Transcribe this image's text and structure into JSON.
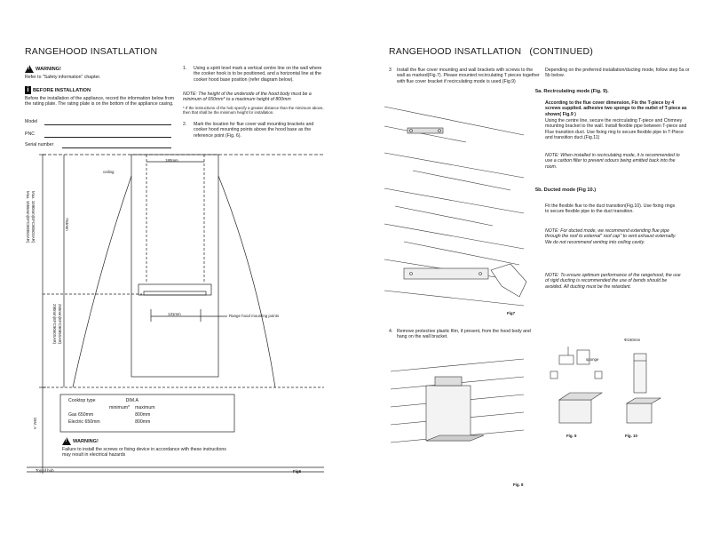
{
  "left": {
    "title": "RANGEHOOD INSATLLATION",
    "warning_title": "WARNING!",
    "warning_text": "Refer to \"Safety information\" chapter.",
    "before_title": "BEFORE INSTALLATION",
    "before_text": "Before the installation of the appliance, record the information below from the rating plate. The rating plate is on the bottom of the appliance casing.",
    "field_model": "Model",
    "field_pnc": "PNC",
    "field_serial": "Serial number",
    "step1": "Using a spirit level mark a vertical centre line on the wall where the cooker hook is to be positioned, and a horizontal line at the cooker hood base position (refer diagram below).",
    "note1": "NOTE: The height of the underside of the hood body must be a minimum of 650mm* to a maximum height of 800mm",
    "note1_small": "* If the instructions of the hob specify a greater distance than the minimum above, then that shall be the minimum height for installation.",
    "step2": "Mark the location for flue cover wall mounting brackets and cooker hood mounting points above the hood base as the reference point (Fig. 6).",
    "diagram": {
      "ceiling": "ceiling",
      "dim_180": "180mm",
      "dim_763": "763mm",
      "dim_131": "131mm",
      "max_label": "Max. 1090mm(EFC9060SAR)",
      "max_label2": "Max. 1055mm(EFC9095SAR)",
      "dim_265": "265mm(EFC9095SAR)",
      "dim_290": "290mm(EFC9060SAR)",
      "mounting": "Range hood mounting points",
      "dim_a": "DIM. A",
      "top_of_hob": "Top of hob",
      "fig": "Fig6"
    },
    "table": {
      "head_col1": "Cooktop type",
      "head_dim": "DIM.A",
      "head_min": "minimum*",
      "head_max": "maximum",
      "rows": [
        {
          "type": "Gas 650mm",
          "max": "800mm"
        },
        {
          "type": "Electric 650mm",
          "max": "800mm"
        }
      ]
    },
    "warning2_title": "WARNING!",
    "warning2_text": "Failure to install the screws or fixing device in accordance with these instructions may result in electrical hazards"
  },
  "right": {
    "title": "RANGEHOOD INSATLLATION",
    "title_cont": "(CONTINUED)",
    "step3": "Install the flue cover mounting and wall brackets with screws to the wall as marked(Fig.7). Please mounted recirculating T pieces together with flue cover bracket if recirculating mode is used.(Fig.9)",
    "depending": "Depending on the preferred installation/ducting mode, follow step 5a or 5b below.",
    "h5a": "5a. Recirculating mode (Fig. 9).",
    "p5a_bold": "According to the flue cover dimension, Fix the T-piece by 4 screws supplied. adhesive two sponge to the outlet of T-piece as shown( Fig.9 )",
    "p5a": "Using the centre line, secure the recirculating T-piece and Chimney mounting bracket to the wall. Install flexible pipe between T-piece and Flue transition duct. Use fixing ring to secure flexible pipe to T-Piece and transition duct.(Fig.11)",
    "note5a": "NOTE: When installed in recirculating mode, it is recommended to use a carbon filter to prevent odours being emitted back into the room.",
    "h5b": "5b. Ducted mode (Fig 10.)",
    "p5b": "Fit the flexible flue to the duct transition(Fig.10). Use fixing rings to secure flexible pipe to the duct transition.",
    "note5b1": "NOTE: For ducted mode, we recommend extending flue pipe through the roof to external\" roof cap\" to vent exhaust externally. We do not recommend venting into ceiling cavity.",
    "note5b2": "NOTE: To ensure optimum performance of the rangehood, the use of rigid ducting is recommended the use of bends should be avoided. All ducting must be fire retardant.",
    "fig7": "Fig7",
    "step4": "Remove protective plastic film, if present, from the hood body and hang on the wall bracket.",
    "dim_150": "Φ150mm",
    "sponge": "sponge",
    "fig9": "Fig. 9",
    "fig10": "Fig. 10",
    "fig8": "Fig. 8"
  }
}
